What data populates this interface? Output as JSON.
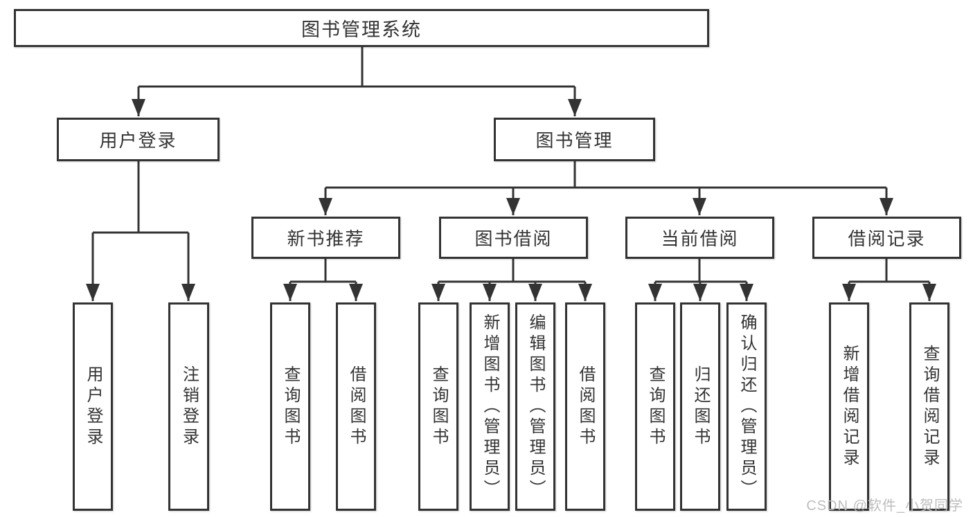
{
  "colors": {
    "line": "#333333",
    "text": "#333333",
    "watermark": "#bdbdbd"
  },
  "tree": {
    "label": "图书管理系统",
    "children": [
      {
        "label": "用户登录",
        "children": [
          {
            "label": "用户登录"
          },
          {
            "label": "注销登录"
          }
        ]
      },
      {
        "label": "图书管理",
        "children": [
          {
            "label": "新书推荐",
            "children": [
              {
                "label": "查询图书"
              },
              {
                "label": "借阅图书"
              }
            ]
          },
          {
            "label": "图书借阅",
            "children": [
              {
                "label": "查询图书"
              },
              {
                "label": "新增图书（管理员）"
              },
              {
                "label": "编辑图书（管理员）"
              },
              {
                "label": "借阅图书"
              }
            ]
          },
          {
            "label": "当前借阅",
            "children": [
              {
                "label": "查询图书"
              },
              {
                "label": "归还图书"
              },
              {
                "label": "确认归还（管理员）"
              }
            ]
          },
          {
            "label": "借阅记录",
            "children": [
              {
                "label": "新增借阅记录"
              },
              {
                "label": "查询借阅记录"
              }
            ]
          }
        ]
      }
    ]
  },
  "watermark": {
    "text": "CSDN @软件_小贺同学"
  }
}
